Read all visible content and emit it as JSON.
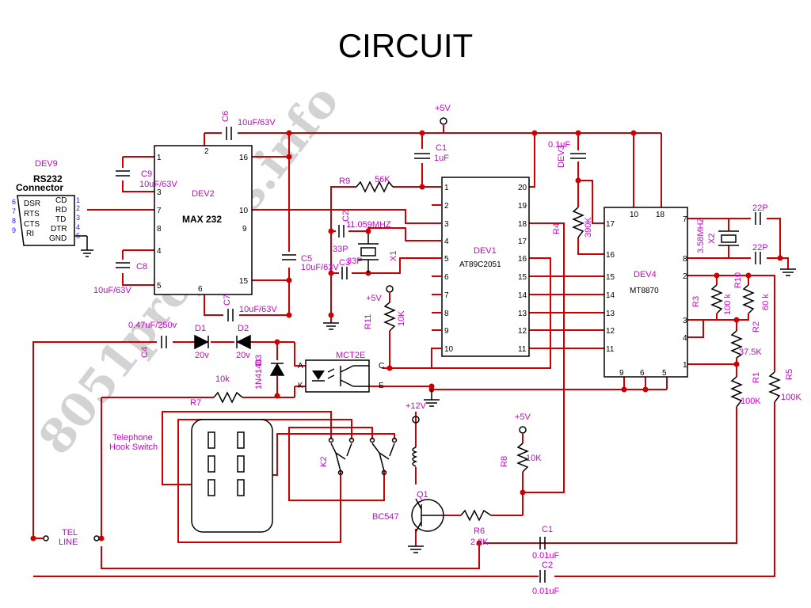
{
  "title": "CIRCUIT",
  "watermark": "8051projects.info",
  "colors": {
    "wire": "#cc0000",
    "label": "#cc00cc",
    "pin": "#000000",
    "connector_pin": "#1a1aff"
  },
  "connector": {
    "ref": "DEV9",
    "name_line1": "RS232",
    "name_line2": "Connector",
    "left_signals": [
      "DSR",
      "RTS",
      "CTS",
      "RI"
    ],
    "left_pins": [
      "6",
      "7",
      "8",
      "9"
    ],
    "right_signals": [
      "CD",
      "RD",
      "TD",
      "DTR",
      "GND"
    ],
    "right_pins": [
      "1",
      "2",
      "3",
      "4",
      "5"
    ]
  },
  "supply": {
    "vcc": "+5V",
    "vcc2": "+12V"
  },
  "chips": {
    "dev2": {
      "ref": "DEV2",
      "name": "MAX 232",
      "left_pins": [
        "1",
        "3",
        "7",
        "8",
        "4",
        "5"
      ],
      "right_pins": [
        "16",
        "10",
        "9",
        "15"
      ],
      "top_pin": "2",
      "bottom_pin": "6"
    },
    "dev1": {
      "ref": "DEV1",
      "name": "AT89C2051",
      "left_pins": [
        "1",
        "2",
        "3",
        "4",
        "5",
        "6",
        "7",
        "8",
        "9",
        "10"
      ],
      "right_pins": [
        "20",
        "19",
        "18",
        "17",
        "16",
        "15",
        "14",
        "13",
        "12",
        "11"
      ]
    },
    "dev4": {
      "ref": "DEV4",
      "name": "MT8870",
      "top_pins": [
        "10",
        "18"
      ],
      "left_pins": [
        "17",
        "16",
        "15",
        "14",
        "13",
        "12",
        "11"
      ],
      "right_pins": [
        "7",
        "8",
        "2",
        "3",
        "4",
        "1"
      ],
      "bottom_pins": [
        "9",
        "6",
        "5"
      ]
    },
    "opto": {
      "name": "MCT2E",
      "pins": [
        "A",
        "K",
        "C",
        "E"
      ]
    }
  },
  "components": {
    "c6": {
      "ref": "C6",
      "value": "10uF/63V"
    },
    "c9": {
      "ref": "C9",
      "value": "10uF/63V"
    },
    "c8": {
      "ref": "C8",
      "value": "10uF/63V"
    },
    "c7": {
      "ref": "C7",
      "value": "10uF/63V"
    },
    "c5": {
      "ref": "C5",
      "value": "10uF/63V"
    },
    "c1a": {
      "ref": "C1",
      "value": "1uF"
    },
    "r9": {
      "ref": "R9",
      "value": "56K"
    },
    "c2a": {
      "ref": "C2",
      "value": "33P"
    },
    "c3a": {
      "ref": "C3",
      "value": "33P"
    },
    "x1": {
      "ref": "X1",
      "value": "11.059MHZ"
    },
    "r11": {
      "ref": "R11",
      "value": "10K"
    },
    "dev3": {
      "ref": "DEV3",
      "value": "0.1uF"
    },
    "r4": {
      "ref": "R4",
      "value": "390K"
    },
    "x2": {
      "ref": "X2",
      "value": "3.58MHZ"
    },
    "c22a": {
      "value": "22P"
    },
    "c22b": {
      "value": "22P"
    },
    "r3": {
      "ref": "R3",
      "value": "100 k"
    },
    "r10": {
      "ref": "R10",
      "value": "60 k"
    },
    "r2": {
      "ref": "R2",
      "value": "37.5K"
    },
    "r1": {
      "ref": "R1",
      "value": "100K"
    },
    "r5": {
      "ref": "R5",
      "value": "100K"
    },
    "c4": {
      "ref": "C4",
      "value": "0.47uF/250v"
    },
    "d1": {
      "ref": "D1",
      "value": "20v"
    },
    "d2": {
      "ref": "D2",
      "value": "20v"
    },
    "d3": {
      "ref": "D3",
      "value": "1N4148"
    },
    "r7": {
      "ref": "R7",
      "value": "10k"
    },
    "k2": {
      "ref": "K2"
    },
    "r8": {
      "ref": "R8",
      "value": "10K"
    },
    "q1": {
      "ref": "Q1",
      "value": "BC547"
    },
    "r6": {
      "ref": "R6",
      "value": "2.2K"
    },
    "c1b": {
      "ref": "C1",
      "value": "0.01uF"
    },
    "c2b": {
      "ref": "C2",
      "value": "0.01uF"
    }
  },
  "hook_switch_line1": "Telephone",
  "hook_switch_line2": "Hook Switch",
  "tel_line_line1": "TEL",
  "tel_line_line2": "LINE"
}
